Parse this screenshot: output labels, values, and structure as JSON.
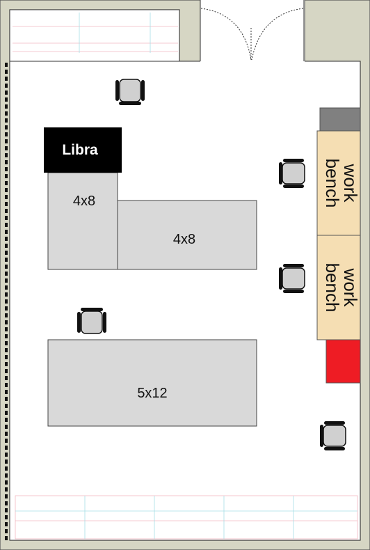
{
  "floorplan": {
    "colors": {
      "wall": "#d6d6c4",
      "wall_stroke": "#333333",
      "table": "#d9d9d9",
      "bench": "#f5deb3",
      "libra_box": "#000000",
      "libra_text": "#ffffff",
      "red_block": "#ee1c24",
      "grey_block": "#808080",
      "grid_line_red": "#f2b8c0",
      "grid_line_cyan": "#a6dfe6"
    },
    "labels": {
      "libra": "Libra",
      "table_top_left": "4x8",
      "table_top_right": "4x8",
      "table_bottom": "5x12",
      "bench_upper": "work bench",
      "bench_lower": "work bench"
    },
    "icons": [
      "office-chair-icon",
      "double-door-icon"
    ]
  }
}
